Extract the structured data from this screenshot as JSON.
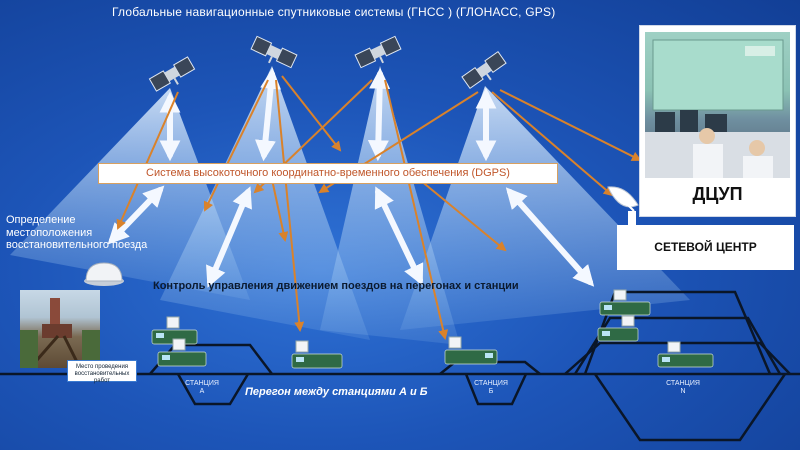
{
  "title": "Глобальные навигационные спутниковые системы (ГНСС ) (ГЛОНАСС, GPS)",
  "dgps": "Система высокоточного координатно-временного обеспечения (DGPS)",
  "position_label": "Определение местоположения восстановительного поезда",
  "control_label": "Контроль управления движением поездов на перегонах и станции",
  "haul_label": "Перегон между станциями А и Б",
  "work_site_label": "Место проведения восстановительных работ",
  "center": {
    "dispatch": "ДЦУП",
    "network": "СЕТЕВОЙ ЦЕНТР"
  },
  "stations": [
    {
      "word": "СТАНЦИЯ",
      "letter": "А"
    },
    {
      "word": "СТАНЦИЯ",
      "letter": "Б"
    },
    {
      "word": "СТАНЦИЯ",
      "letter": "N"
    }
  ],
  "colors": {
    "background": "#1d55b8",
    "beam": "#cfe6ff",
    "arrow_white": "#f4f8ff",
    "arrow_orange": "#d9822b",
    "track": "#0a1628",
    "train": "#2f6a45"
  },
  "icons": [
    "satellite-icon",
    "gps-receiver-icon",
    "dish-antenna-icon",
    "locomotive-icon"
  ]
}
